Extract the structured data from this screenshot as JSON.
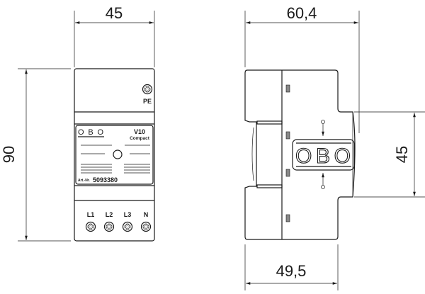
{
  "dimensions": {
    "front_width": "45",
    "front_height": "90",
    "side_depth_total": "60,4",
    "side_rail_height": "45",
    "side_depth_body": "49,5"
  },
  "front": {
    "pe_label": "PE",
    "brand": "OBO",
    "model": "V10",
    "model_sub": "Compact",
    "art_prefix": "Art.-Nr.",
    "art_number": "5093380",
    "terminals": [
      "L1",
      "L2",
      "L3",
      "N"
    ]
  },
  "side": {
    "brand": "OBO"
  },
  "colors": {
    "line": "#1a1a1a",
    "background": "#ffffff"
  }
}
